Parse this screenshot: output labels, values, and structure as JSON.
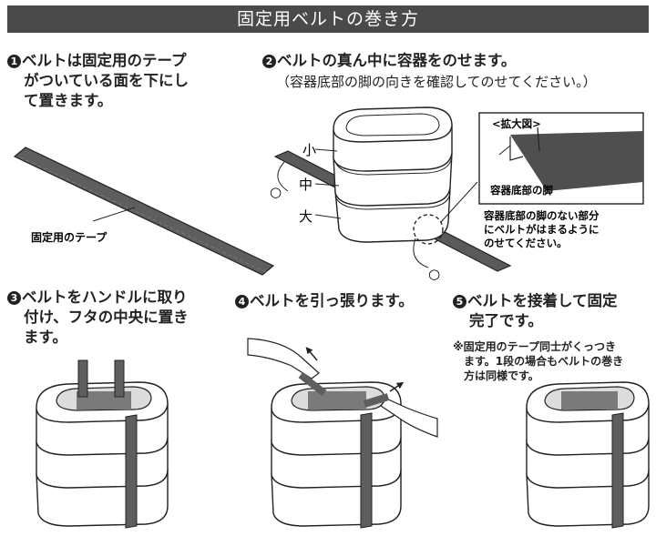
{
  "title": "固定用ベルトの巻き方",
  "steps": [
    {
      "num": "1",
      "lines": [
        "ベルトは固定用のテープ",
        "がついている面を下にし",
        "て置きます。"
      ]
    },
    {
      "num": "2",
      "lines": [
        "ベルトの真ん中に容器をのせます。"
      ],
      "sub": "（容器底部の脚の向きを確認してのせてください。）"
    },
    {
      "num": "3",
      "lines": [
        "ベルトをハンドルに取り",
        "付け、フタの中央に置き",
        "ます。"
      ]
    },
    {
      "num": "4",
      "lines": [
        "ベルトを引っ張ります。"
      ]
    },
    {
      "num": "5",
      "lines": [
        "ベルトを接着して固定",
        "完了です。"
      ]
    }
  ],
  "labels": {
    "tape": "固定用のテープ",
    "size_small": "小",
    "size_medium": "中",
    "size_large": "大",
    "zoom": "<拡大図>",
    "container_leg": "容器底部の脚",
    "leg_note": [
      "容器底部の脚のない部分",
      "にベルトがはまるように",
      "のせてください。"
    ],
    "circle_mark": "○"
  },
  "note_step5": [
    "※固定用のテープ同士がくっつき",
    "ます。1段の場合もベルトの巻き",
    "方は同様です。"
  ]
}
